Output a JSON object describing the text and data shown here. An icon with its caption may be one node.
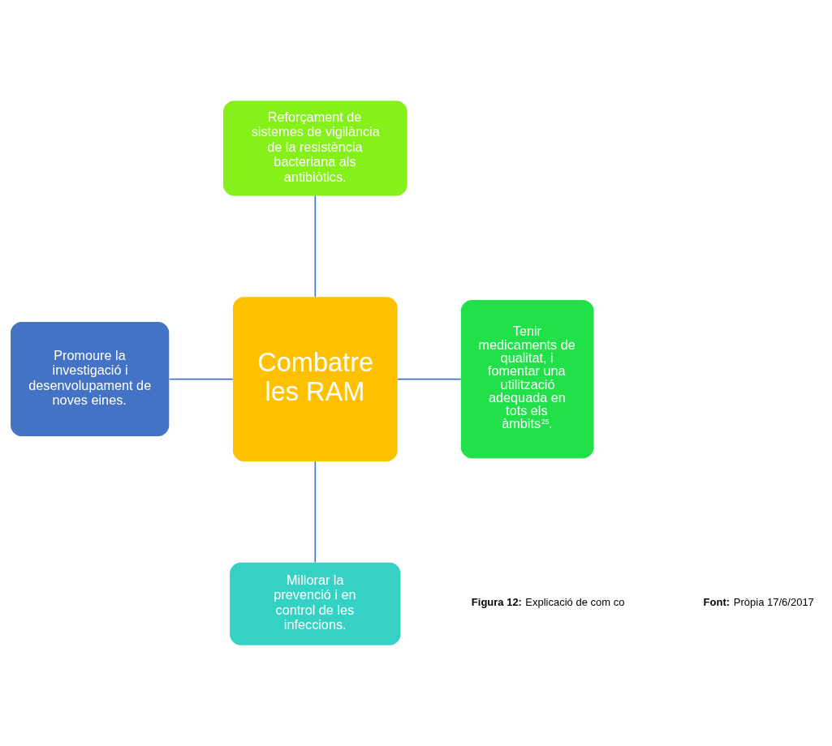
{
  "diagram": {
    "nodes": [
      {
        "text": [
          "Combatre les RAM"
        ]
      },
      {
        "text": [
          "Reforçament de sistemes de vigilància de la resistència bacteriana als antibiòtics."
        ]
      },
      {
        "text": [
          "Promoure la investigació i desenvolupament de noves eines."
        ]
      },
      {
        "text": [
          "Tenir medicaments de qualitat, i fomentar una utilització adequada en tots els àmbits$^{25}$."
        ]
      },
      {
        "text": [
          "Millorar la prevenció i en control de les infeccions."
        ]
      }
    ],
    "edges": [
      {
        "from": 1,
        "to": 0,
        "arrow": "none"
      },
      {
        "from": 2,
        "to": 0,
        "arrow": "none"
      },
      {
        "from": 0,
        "to": 3,
        "arrow": "none"
      },
      {
        "from": 0,
        "to": 4,
        "arrow": "none"
      }
    ],
    "labels": [
      "**Figura 12:** Explicació de com co",
      "**Font:** Pròpia 17/6/2017"
    ]
  }
}
